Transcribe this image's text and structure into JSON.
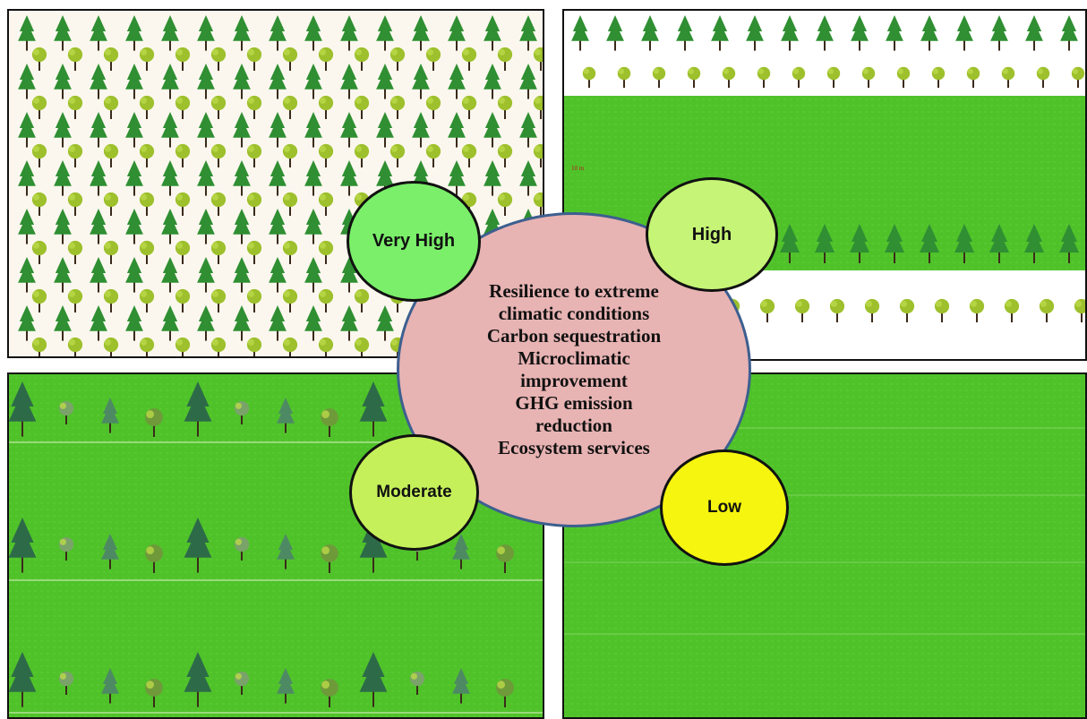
{
  "center_text": {
    "lines": [
      "Resilience to extreme",
      "climatic conditions",
      "Carbon sequestration",
      "Microclimatic",
      "improvement",
      "GHG emission",
      "reduction",
      "Ecosystem services"
    ]
  },
  "badges": {
    "very_high": {
      "label": "Very High",
      "color": "#7bef6a"
    },
    "high": {
      "label": "High",
      "color": "#c6f476"
    },
    "moderate": {
      "label": "Moderate",
      "color": "#c6f05a"
    },
    "low": {
      "label": "Low",
      "color": "#f5f50f"
    }
  },
  "panels": {
    "top_right": {
      "scale_label": "10 m"
    }
  },
  "colors": {
    "grass": "#4fc22a",
    "grass_light": "#66d13a",
    "conifer": "#2f8f32",
    "broadleaf": "#9dc02c",
    "trunk": "#3b2a1a",
    "bg_light": "#fbf7ee",
    "center_fill": "#e8b3b3",
    "center_border": "#3d5f8f"
  }
}
